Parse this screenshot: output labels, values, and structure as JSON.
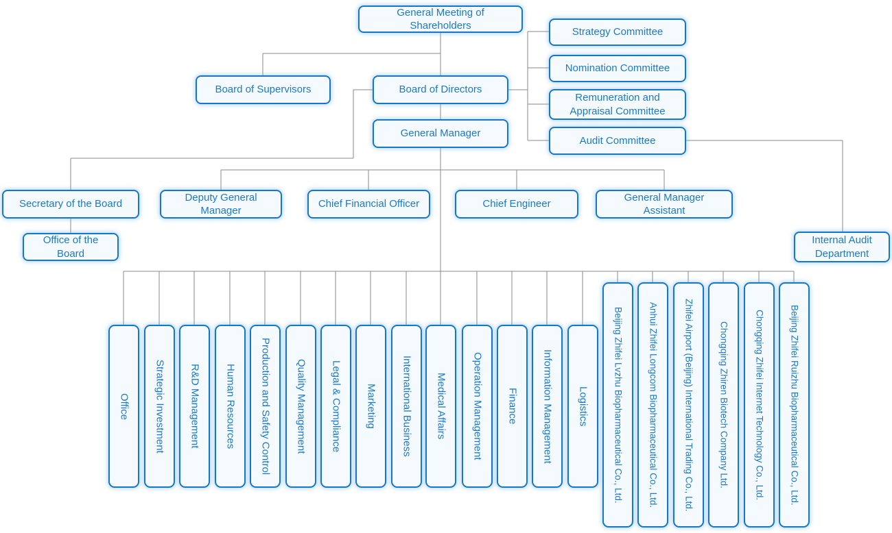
{
  "org_chart": {
    "governance": {
      "shareholders": "General Meeting of Shareholders",
      "board_of_supervisors": "Board of Supervisors",
      "board_of_directors": "Board of Directors",
      "general_manager": "General Manager"
    },
    "committees": [
      "Strategy Committee",
      "Nomination Committee",
      "Remuneration and Appraisal Committee",
      "Audit Committee"
    ],
    "executives": [
      "Secretary of the Board",
      "Deputy General Manager",
      "Chief Financial Officer",
      "Chief Engineer",
      "General Manager Assistant"
    ],
    "support_offices": {
      "office_of_the_board": "Office of the Board",
      "internal_audit_department": "Internal Audit Department"
    },
    "departments": [
      "Office",
      "Strategic Investment",
      "R&D Management",
      "Human Resources",
      "Production and Safety Control",
      "Quality Management",
      "Legal & Compliance",
      "Marketing",
      "International Business",
      "Medical Affairs",
      "Operation Management",
      "Finance",
      "Information Management",
      "Logistics"
    ],
    "subsidiaries": [
      "Beijing Zhifei Lvzhu Biopharmaceutical Co., Ltd.",
      "Anhui Zhifei Longcom Biopharmaceutical Co., Ltd.",
      "Zhifei Airport (Beijing) International Trading Co., Ltd.",
      "Chongqing Zhiren Biotech Company Ltd.",
      "Chongqing Zhifei Internet Technology Co., Ltd.",
      "Beijing Zhifei Ruizhu Biopharmaceutical Co., Ltd."
    ],
    "colors": {
      "box_border": "#1677c8",
      "box_fill": "#f4fafe",
      "box_text": "#1c79c9",
      "connector": "#8a8a8a"
    }
  }
}
